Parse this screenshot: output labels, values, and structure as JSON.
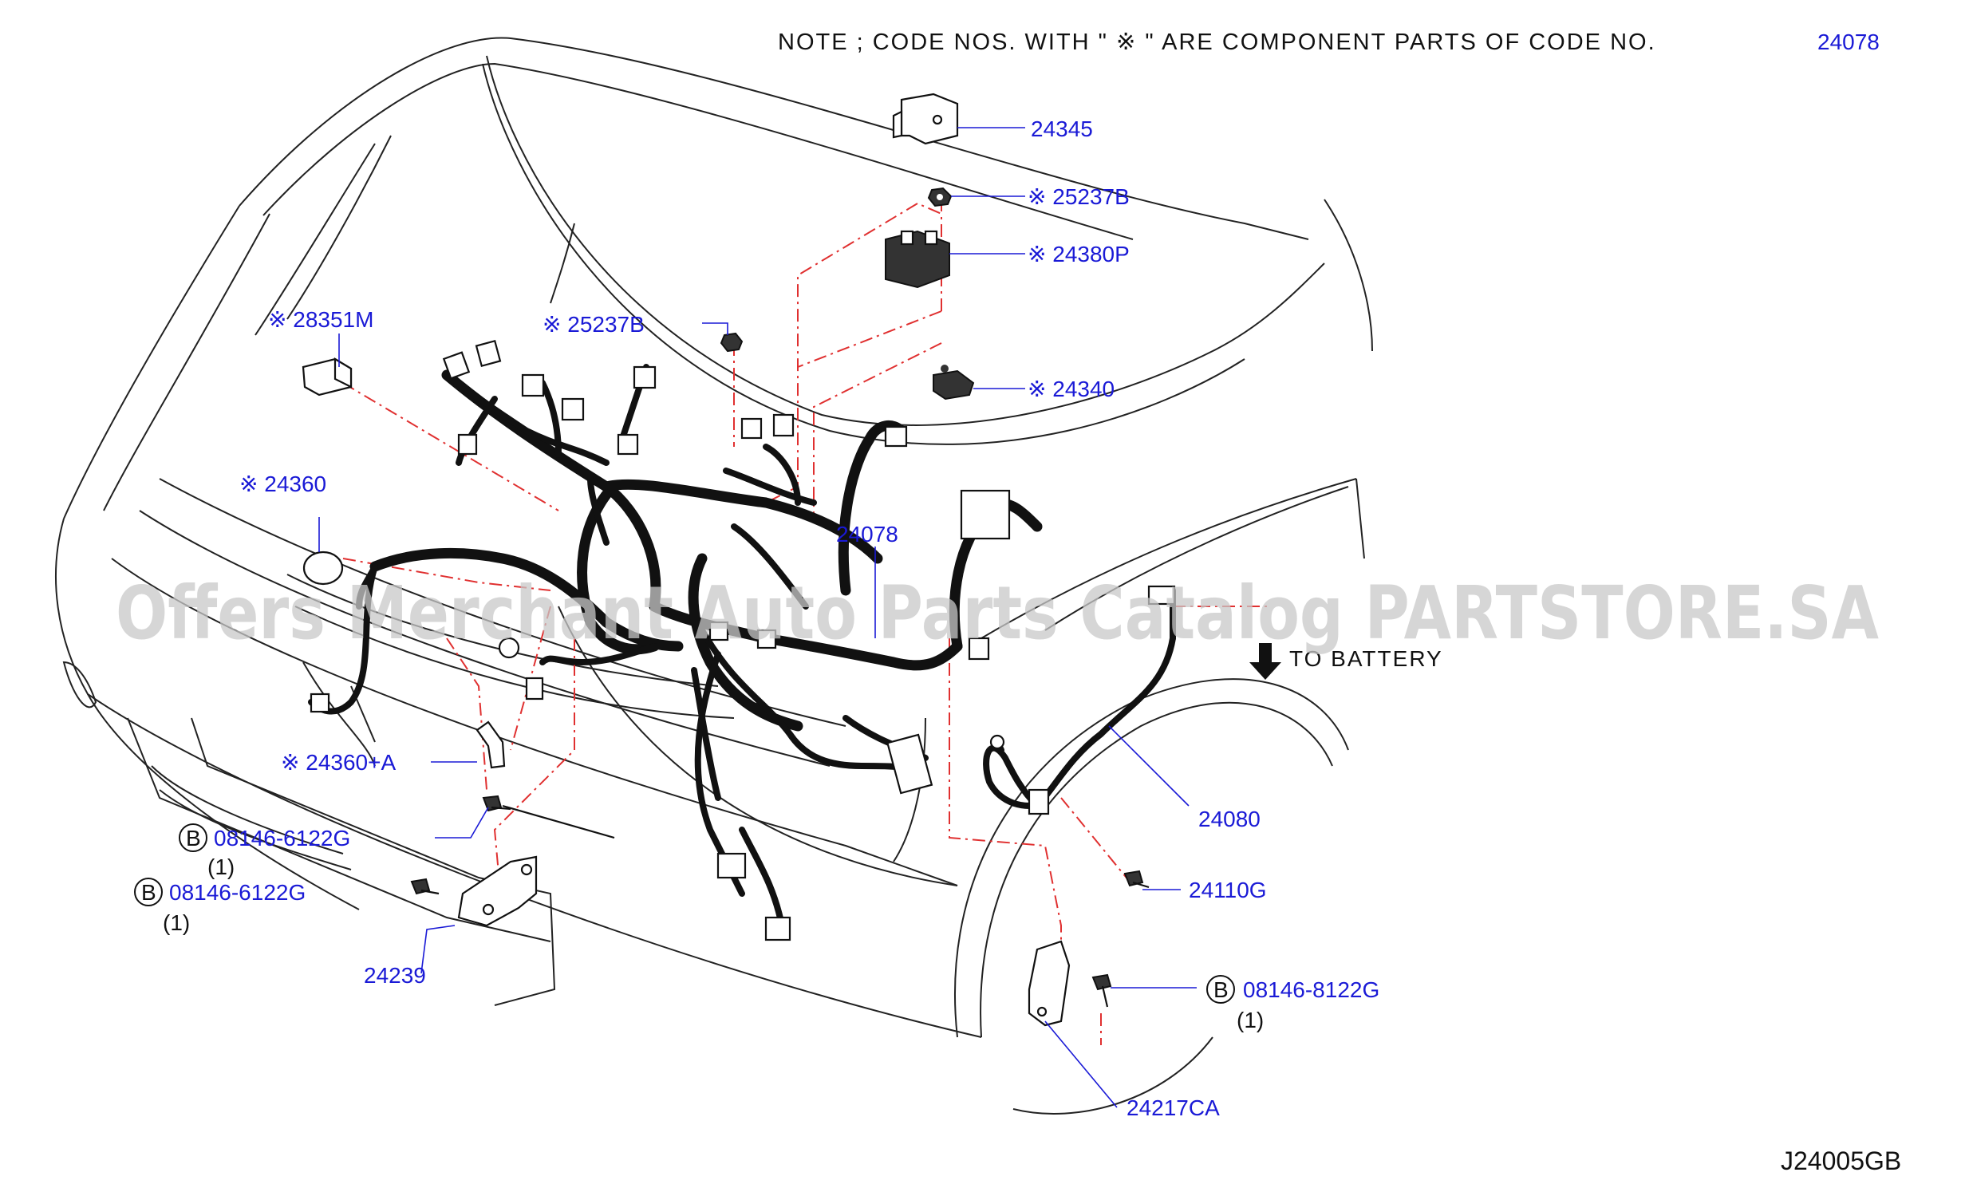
{
  "note": {
    "text": "NOTE ; CODE NOS. WITH \" ※ \" ARE COMPONENT PARTS OF CODE NO.",
    "code": "24078"
  },
  "watermark": "Offers Merchant Auto Parts Catalog PARTSTORE.SA",
  "diagram_id": "J24005GB",
  "battery_label": "TO BATTERY",
  "parts": {
    "p24345": "24345",
    "p25237b_top": "※ 25237B",
    "p24380p": "※ 24380P",
    "p24340": "※ 24340",
    "p28351m": "※ 28351M",
    "p25237b_left": "※ 25237B",
    "p24360": "※ 24360",
    "p24078": "24078",
    "p24360a": "※ 24360+A",
    "p08146_a": "08146-6122G",
    "p08146_a_qty": "(1)",
    "p08146_b": "08146-6122G",
    "p08146_b_qty": "(1)",
    "p24239": "24239",
    "p24080": "24080",
    "p24110g": "24110G",
    "p08146_c": "08146-8122G",
    "p08146_c_qty": "(1)",
    "p24217ca": "24217CA"
  },
  "bolt_marker": "B",
  "colors": {
    "part_number": "#1a1ad6",
    "phantom_line": "#e03030",
    "outline": "#222222"
  }
}
